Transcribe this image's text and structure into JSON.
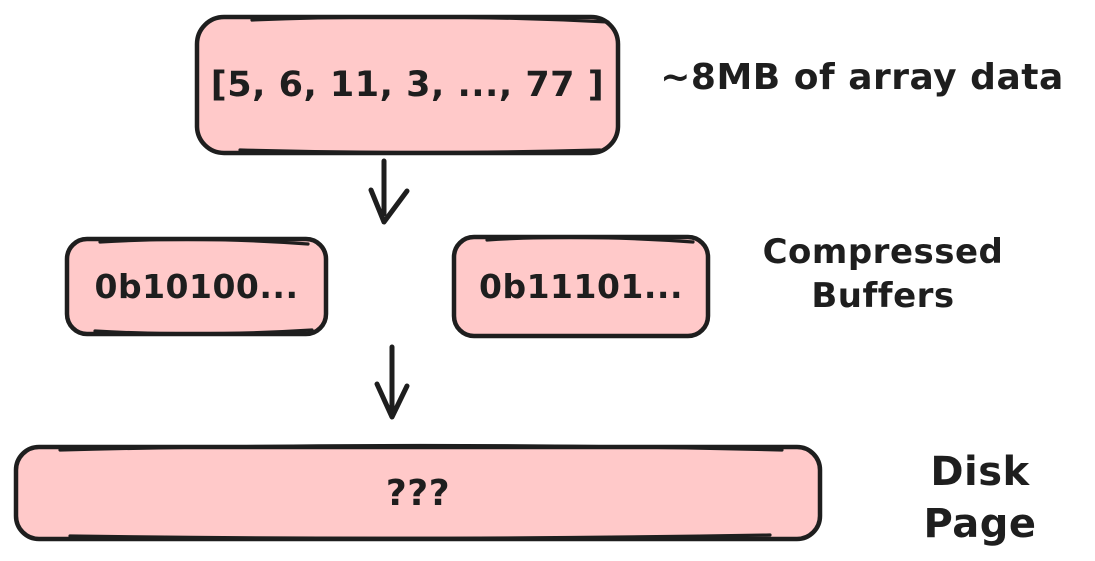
{
  "colors": {
    "background": "#ffffff",
    "box_fill": "#ffc9c9",
    "stroke": "#1e1e1e",
    "text": "#1e1e1e"
  },
  "nodes": {
    "array_box": {
      "text": "[5, 6, 11, 3, ..., 77 ]"
    },
    "buffer_box_1": {
      "text": "0b10100..."
    },
    "buffer_box_2": {
      "text": "0b11101..."
    },
    "disk_box": {
      "text": "???"
    }
  },
  "labels": {
    "array": "~8MB of array data",
    "buffers": "Compressed\nBuffers",
    "disk": "Disk Page"
  }
}
